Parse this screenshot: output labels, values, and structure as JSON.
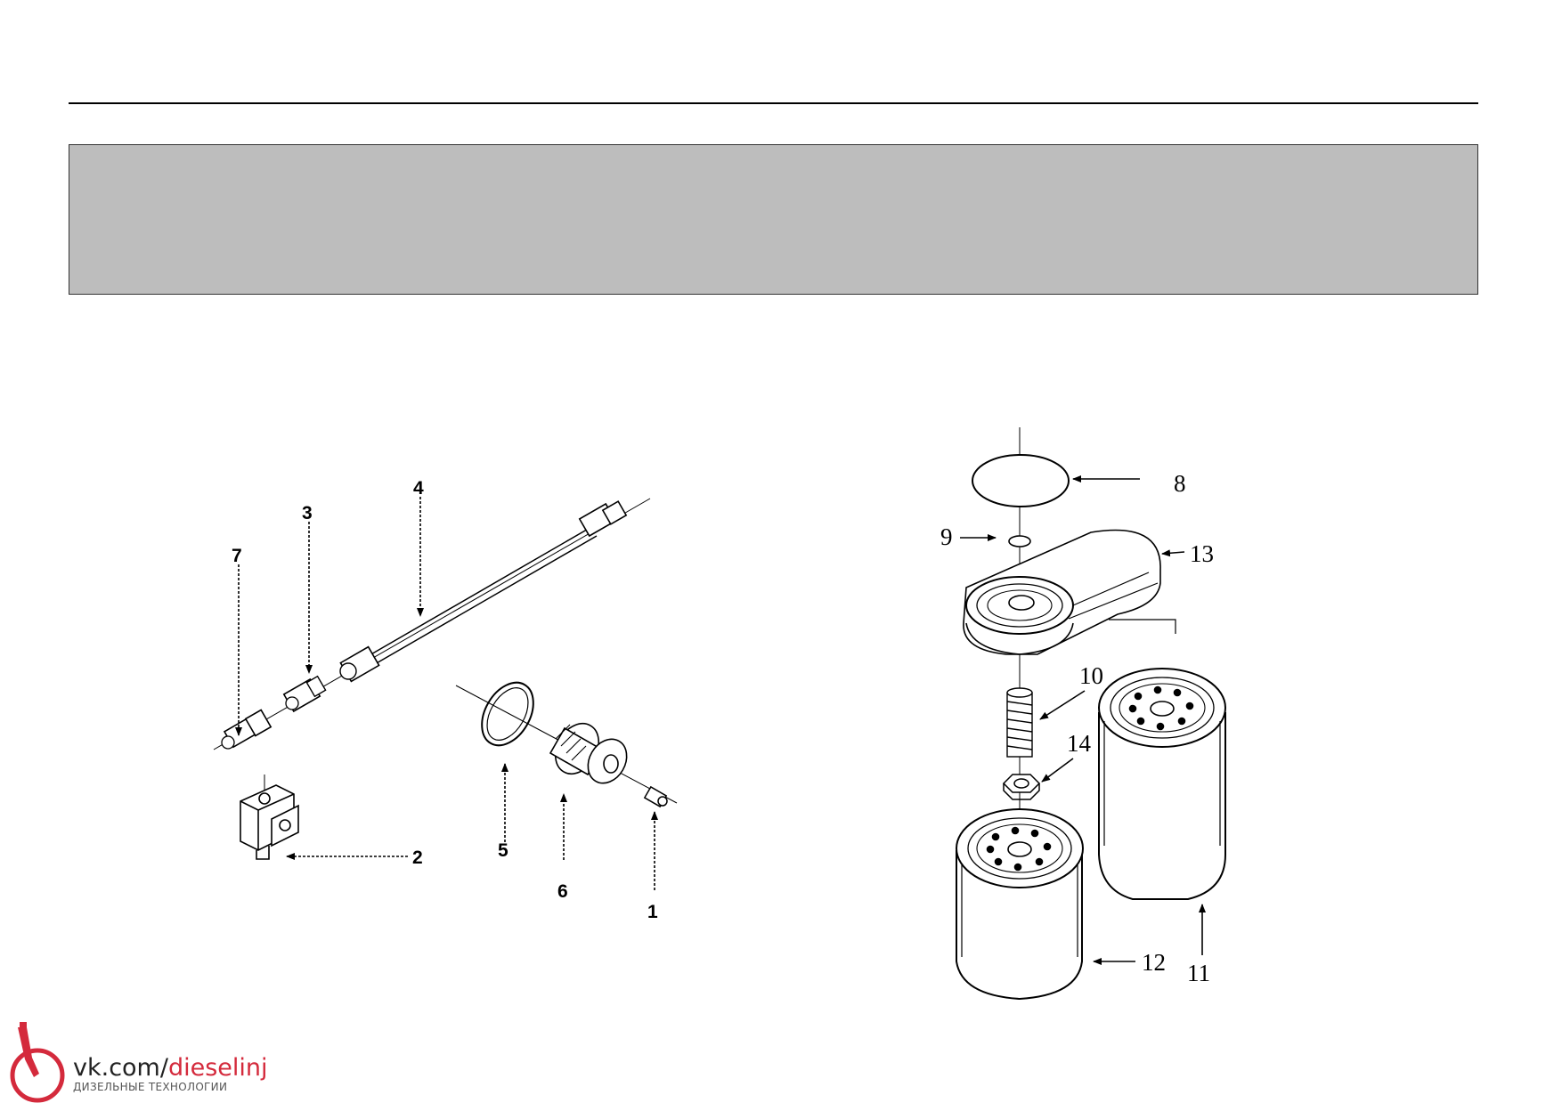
{
  "left_figure": {
    "callouts": [
      "1",
      "2",
      "3",
      "4",
      "5",
      "6",
      "7"
    ]
  },
  "right_figure": {
    "callouts": [
      "8",
      "9",
      "10",
      "11",
      "12",
      "13",
      "14"
    ]
  },
  "watermark": {
    "prefix": "vk.com/",
    "accent": "dieselinj",
    "subtitle": "ДИЗЕЛЬНЫЕ ТЕХНОЛОГИИ",
    "accent_color": "#d42a3c"
  }
}
